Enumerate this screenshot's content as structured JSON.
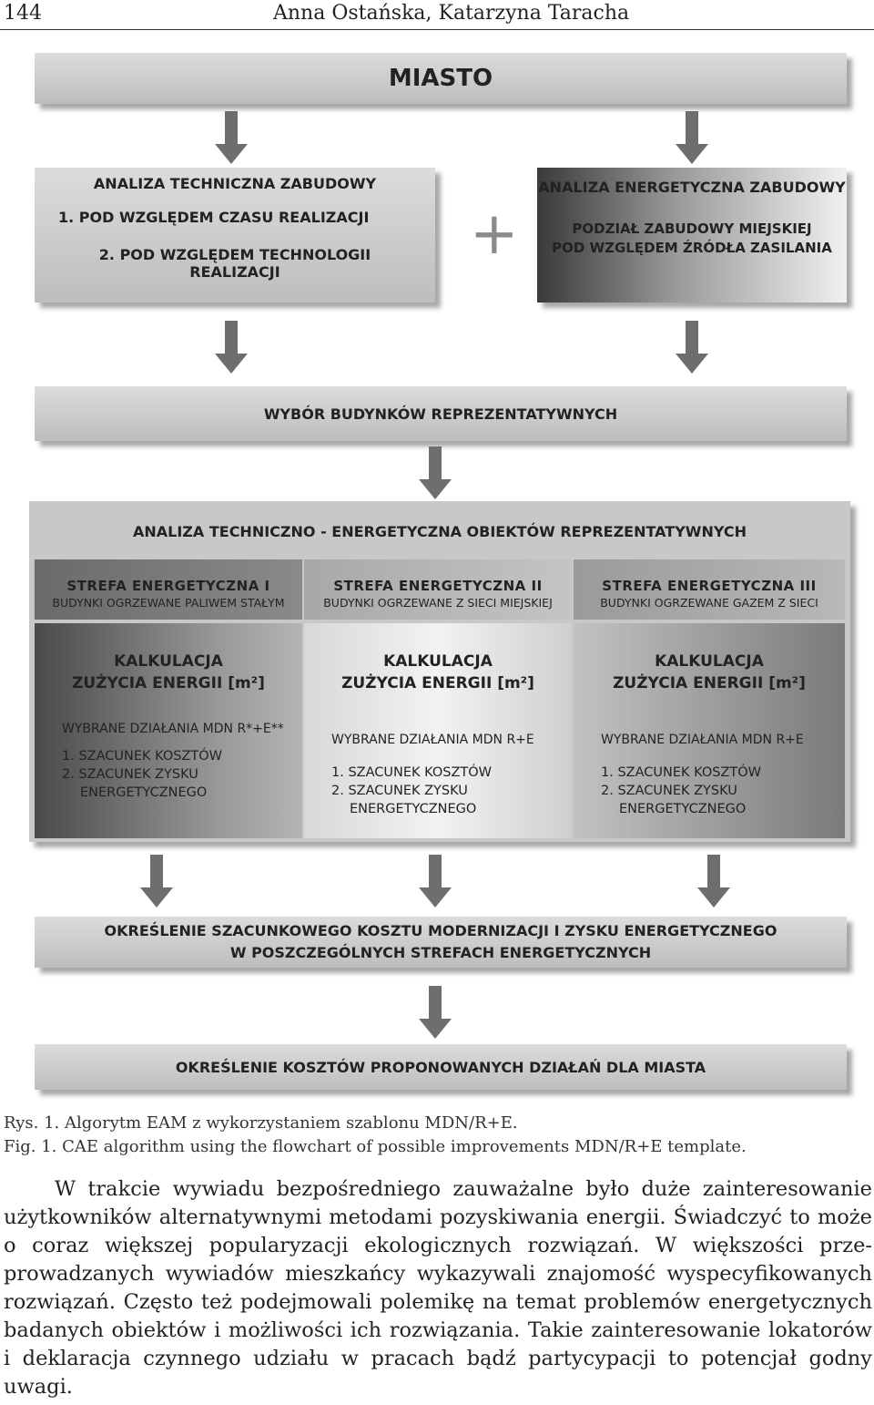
{
  "header": {
    "page_number": "144",
    "authors": "Anna Ostańska, Katarzyna Taracha"
  },
  "flowchart": {
    "miasto": "MIASTO",
    "tech": {
      "title": "ANALIZA TECHNICZNA ZABUDOWY",
      "items": [
        "1. POD WZGLĘDEM CZASU REALIZACJI",
        "2. POD WZGLĘDEM TECHNOLOGII REALIZACJI"
      ]
    },
    "plus": "+",
    "energ": {
      "title": "ANALIZA ENERGETYCZNA ZABUDOWY",
      "sub1": "PODZIAŁ ZABUDOWY MIEJSKIEJ",
      "sub2": "POD WZGLĘDEM ŹRÓDŁA ZASILANIA"
    },
    "wybor": "WYBÓR BUDYNKÓW REPREZENTATYWNYCH",
    "analiza": "ANALIZA TECHNICZNO - ENERGETYCZNA OBIEKTÓW REPREZENTATYWNYCH",
    "zones": [
      {
        "name": "STREFA ENERGETYCZNA I",
        "desc": "BUDYNKI OGRZEWANE PALIWEM STAŁYM",
        "calc1": "KALKULACJA",
        "calc2": "ZUŻYCIA ENERGII [m²]",
        "actions": "WYBRANE DZIAŁANIA MDN R*+E**",
        "item1": "1. SZACUNEK KOSZTÓW",
        "item2": "2. SZACUNEK ZYSKU",
        "item3": "ENERGETYCZNEGO"
      },
      {
        "name": "STREFA ENERGETYCZNA II",
        "desc": "BUDYNKI OGRZEWANE Z SIECI MIEJSKIEJ",
        "calc1": "KALKULACJA",
        "calc2": "ZUŻYCIA ENERGII [m²]",
        "actions": "WYBRANE DZIAŁANIA MDN R+E",
        "item1": "1. SZACUNEK KOSZTÓW",
        "item2": "2. SZACUNEK ZYSKU",
        "item3": "ENERGETYCZNEGO"
      },
      {
        "name": "STREFA ENERGETYCZNA III",
        "desc": "BUDYNKI OGRZEWANE GAZEM Z SIECI",
        "calc1": "KALKULACJA",
        "calc2": "ZUŻYCIA ENERGII [m²]",
        "actions": "WYBRANE DZIAŁANIA MDN R+E",
        "item1": "1. SZACUNEK KOSZTÓW",
        "item2": "2. SZACUNEK ZYSKU",
        "item3": "ENERGETYCZNEGO"
      }
    ],
    "okreslenie1_line1": "OKREŚLENIE SZACUNKOWEGO KOSZTU MODERNIZACJI I ZYSKU ENERGETYCZNEGO",
    "okreslenie1_line2": "W POSZCZEGÓLNYCH STREFACH ENERGETYCZNYCH",
    "okreslenie2": "OKREŚLENIE KOSZTÓW PROPONOWANYCH DZIAŁAŃ DLA MIASTA"
  },
  "caption": {
    "pl": "Rys. 1.  Algorytm EAM z wykorzystaniem szablonu MDN/R+E.",
    "en": "Fig. 1.  CAE algorithm using the flowchart of possible improvements MDN/R+E template."
  },
  "paragraph": "W trakcie wywiadu bezpośredniego zauważalne było duże zainteresowanie użytkowników alternatywnymi metodami pozyskiwania energii. Świadczyć to może o coraz większej popularyzacji ekologicznych rozwiązań. W większości prze­prowadzanych wywiadów mieszkańcy wykazywali znajomość wyspecyfikowanych rozwiązań. Często też podejmowali polemikę na temat problemów energetycznych badanych obiektów i możliwości ich rozwiązania. Takie zainteresowanie lokato­rów i deklaracja czynnego udziału w pracach bądź partycypacji to potencjał godny uwagi.",
  "colors": {
    "box_light": "#cfcfcf",
    "box_dark": "#4a4a4a",
    "arrow": "#6e6e6e"
  }
}
